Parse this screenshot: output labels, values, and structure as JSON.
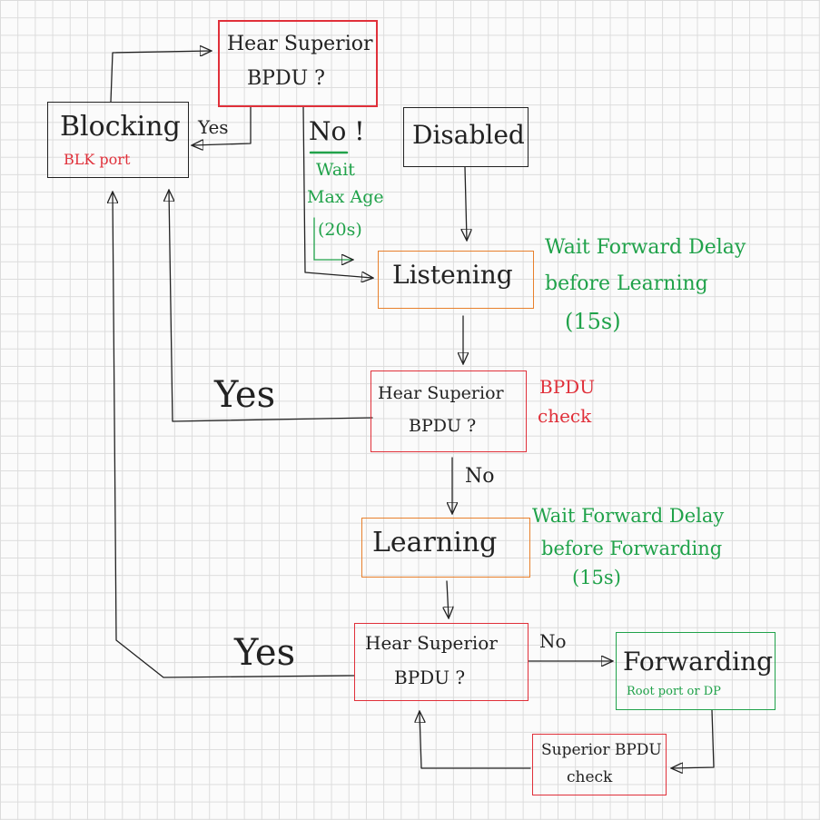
{
  "nodes": {
    "blocking": {
      "label": "Blocking",
      "sub": "BLK port"
    },
    "hear1": {
      "line1": "Hear Superior",
      "line2": "BPDU ?"
    },
    "disabled": {
      "label": "Disabled"
    },
    "listening": {
      "label": "Listening"
    },
    "hear2": {
      "line1": "Hear Superior",
      "line2": "BPDU ?"
    },
    "learning": {
      "label": "Learning"
    },
    "hear3": {
      "line1": "Hear Superior",
      "line2": "BPDU ?"
    },
    "forwarding": {
      "label": "Forwarding",
      "sub": "Root port or DP"
    },
    "superior_check": {
      "line1": "Superior BPDU",
      "line2": "check"
    }
  },
  "edge_labels": {
    "yes_top": "Yes",
    "no_top": "No !",
    "yes_mid": "Yes",
    "no_mid": "No",
    "yes_bottom": "Yes",
    "no_bottom": "No"
  },
  "notes": {
    "wait_max_age": [
      "Wait",
      "Max Age",
      "(20s)"
    ],
    "wait_fwd_learning": [
      "Wait Forward Delay",
      "before Learning",
      "(15s)"
    ],
    "bpdu_check": [
      "BPDU",
      "check"
    ],
    "wait_fwd_forwarding": [
      "Wait Forward Delay",
      "before Forwarding",
      "(15s)"
    ]
  },
  "colors": {
    "black": "#222222",
    "red": "#e0303a",
    "orange": "#e8802c",
    "green": "#20a24a"
  }
}
